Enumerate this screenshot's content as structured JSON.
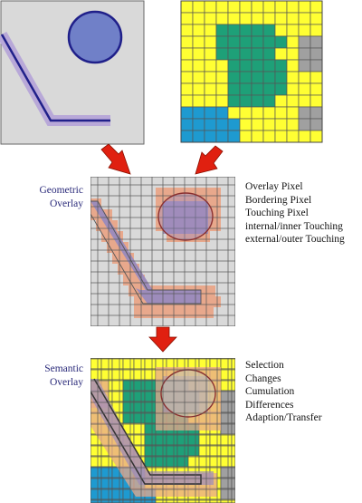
{
  "labels": {
    "geometric": [
      "Geometric",
      "Overlay"
    ],
    "semantic": [
      "Semantic",
      "Overlay"
    ]
  },
  "overlay_types": [
    "Overlay Pixel",
    "Bordering Pixel",
    "Touching Pixel",
    "internal/inner Touching",
    "external/outer Touching"
  ],
  "semantic_ops": [
    "Selection",
    "Changes",
    "Cumulation",
    "Differences",
    "Adaption/Transfer"
  ],
  "colors": {
    "vector_bg": "#d9d9d9",
    "circle_fill": "#7080c8",
    "circle_stroke": "#20208a",
    "line_stroke": "#20208a",
    "line_halo": "#b8a8d8",
    "raster_yellow": "#ffff33",
    "raster_green": "#1ea078",
    "raster_gray": "#a0a0a0",
    "raster_blue": "#1e9ad0",
    "grid_bg": "#d9d9d9",
    "bordering_salmon": "#e8a88c",
    "overlay_purple": "#9d8cbb",
    "arrow_red": "#e02010"
  }
}
